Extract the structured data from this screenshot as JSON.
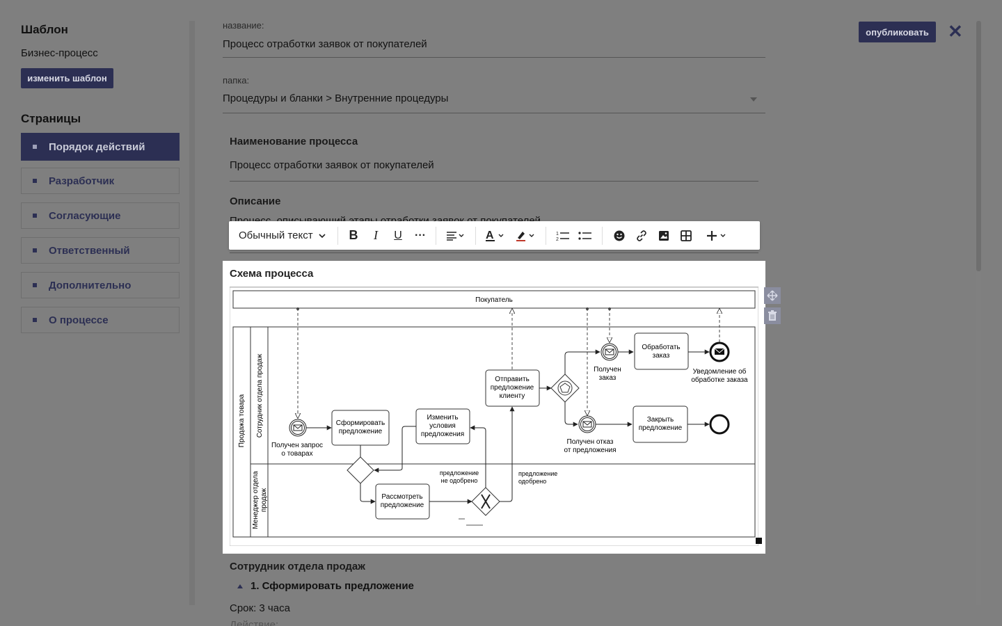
{
  "sidebar": {
    "title": "Шаблон",
    "subtitle": "Бизнес-процесс",
    "change_template": "изменить шаблон",
    "pages_title": "Страницы",
    "items": [
      {
        "label": "Порядок действий"
      },
      {
        "label": "Разработчик"
      },
      {
        "label": "Согласующие"
      },
      {
        "label": "Ответственный"
      },
      {
        "label": "Дополнительно"
      },
      {
        "label": "О процессе"
      }
    ]
  },
  "header": {
    "publish": "опубликовать",
    "close_icon": "close-icon"
  },
  "form": {
    "name_label": "название:",
    "name_value": "Процесс отработки заявок от покупателей",
    "folder_label": "папка:",
    "folder_value": "Процедуры и бланки > Внутренние процедуры"
  },
  "process": {
    "name_title": "Наименование процесса",
    "name_value": "Процесс отработки заявок от покупателей",
    "desc_title": "Описание",
    "desc_partial": "Процесс, описывающий этапы отработки заявок от покупателей"
  },
  "toolbar": {
    "paragraph_style": "Обычный текст",
    "icons": [
      "bold-icon",
      "italic-icon",
      "underline-icon",
      "more-icon",
      "align-icon",
      "text-color-icon",
      "highlight-icon",
      "ordered-list-icon",
      "bullet-list-icon",
      "emoji-icon",
      "link-icon",
      "image-icon",
      "table-icon",
      "insert-plus-icon"
    ]
  },
  "diagram": {
    "title": "Схема процесса",
    "pool_top": "Покупатель",
    "pool_main": "Продажа товара",
    "lane_sales": "Сотрудник отдела продаж",
    "lane_manager_1": "Менеджер отдела",
    "lane_manager_2": "продаж",
    "ev_request_1": "Получен запрос",
    "ev_request_2": "о товарах",
    "task_form_1": "Сформировать",
    "task_form_2": "предложение",
    "task_change_1": "Изменить",
    "task_change_2": "условия",
    "task_change_3": "предложения",
    "task_send_1": "Отправить",
    "task_send_2": "предложение",
    "task_send_3": "клиенту",
    "ev_order_1": "Получен",
    "ev_order_2": "заказ",
    "task_process_1": "Обработать",
    "task_process_2": "заказ",
    "ev_notify_1": "Уведомление об",
    "ev_notify_2": "обработке заказа",
    "ev_reject_1": "Получен отказ",
    "ev_reject_2": "от предложения",
    "task_close_1": "Закрыть",
    "task_close_2": "предложение",
    "task_review_1": "Рассмотреть",
    "task_review_2": "предложение",
    "not_approved_1": "предложение",
    "not_approved_2": "не одобрено",
    "approved_1": "предложение",
    "approved_2": "одобрено"
  },
  "content": {
    "role": "Сотрудник отдела продаж",
    "step": "1. Сформировать предложение",
    "deadline": "Срок: 3 часа",
    "action_partial": "Действие:"
  }
}
